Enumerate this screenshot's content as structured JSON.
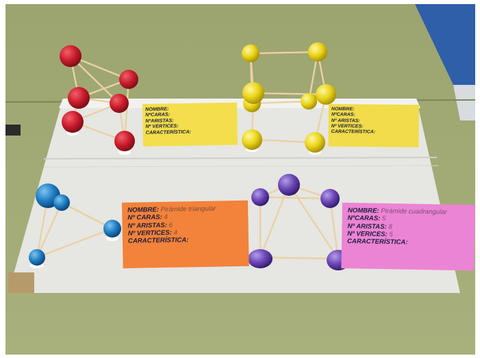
{
  "photo": {
    "colors": {
      "table": "#a3ab79",
      "board": "#e7e7e3",
      "wall": "#2f5fa8",
      "red_ball": "#cc1c2c",
      "yellow_ball": "#e9d418",
      "blue_ball": "#1f7fc4",
      "purple_ball": "#6a45b4"
    }
  },
  "cards": {
    "yellow_1": {
      "name_label": "NOMBRE:",
      "faces_label": "NºCARAS:",
      "edges_label": "NºARISTAS:",
      "vertices_label": "Nº VERTICES:",
      "feature_label": "CARACTERÍSTICA:"
    },
    "yellow_2": {
      "name_label": "NOMBRE:",
      "faces_label": "NºCARAS:",
      "edges_label": "Nº ARISTAS:",
      "vertices_label": "Nº VERTICES:",
      "feature_label": "CARACTERÍSTICA:"
    },
    "orange": {
      "name_label": "NOMBRE:",
      "name_value": "Pirámide triangular",
      "faces_label": "Nº CARAS:",
      "faces_value": "4",
      "edges_label": "Nº ARISTAS:",
      "edges_value": "6",
      "vertices_label": "Nº VERTICES:",
      "vertices_value": "4",
      "feature_label": "CARACTERÍSTICA:"
    },
    "pink": {
      "name_label": "NOMBRE:",
      "name_value": "Pirámide cuadrangular",
      "faces_label": "NºCARAS:",
      "faces_value": "5",
      "edges_label": "Nº ARISTAS:",
      "edges_value": "8",
      "vertices_label": "Nº VERICES:",
      "vertices_value": "5",
      "feature_label": "CARACTERÍSTICA:"
    }
  }
}
